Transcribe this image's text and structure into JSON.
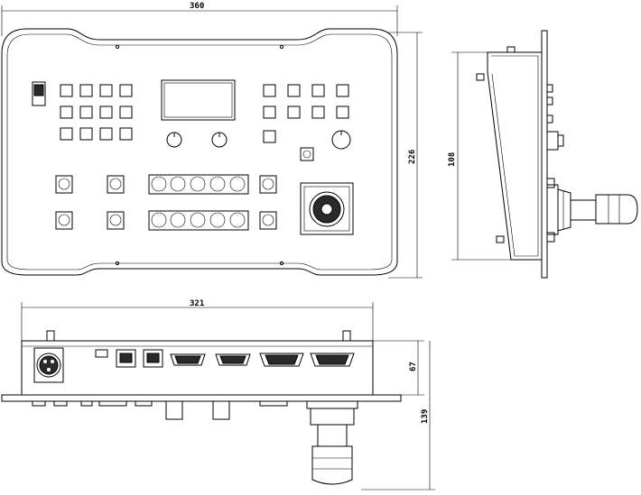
{
  "dimensions": {
    "front_width": "360",
    "front_height": "226",
    "side_height": "108",
    "rear_width": "321",
    "rear_height": "67",
    "total_depth": "139"
  }
}
